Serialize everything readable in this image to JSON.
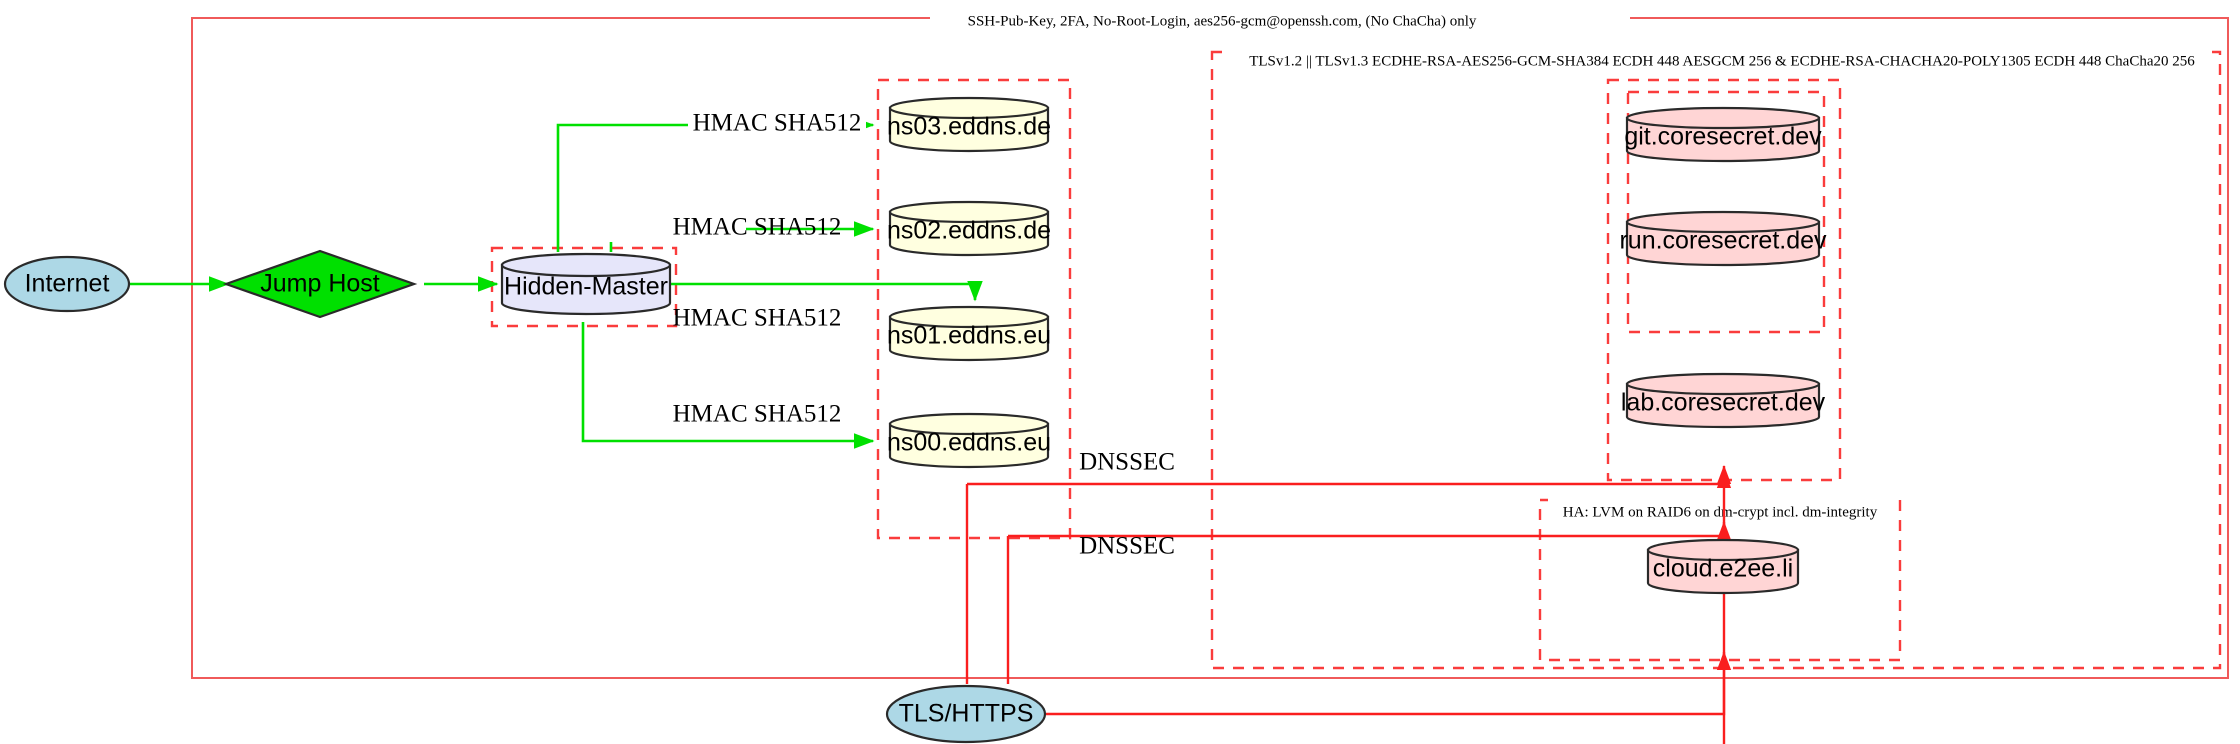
{
  "diagram": {
    "title_top_label": "SSH-Pub-Key, 2FA, No-Root-Login, aes256-gcm@openssh.com, (No ChaCha) only",
    "colors": {
      "accent_red": "#fa3c3c",
      "cluster_red": "#f05a5a",
      "edge_green": "#00e000",
      "edge_red": "#fa1e1e",
      "internet_fill": "#add8e6",
      "jumphost_fill": "#00e000",
      "hidden_master_fill": "#e6e6fa",
      "dns_fill": "#ffffe0",
      "service_fill": "#ffd5d5"
    },
    "clusters": [
      {
        "id": "cluster-outer",
        "label": "SSH-Pub-Key, 2FA, No-Root-Login, aes256-gcm@openssh.com, (No ChaCha) only"
      },
      {
        "id": "cluster-tls",
        "label": "TLSv1.2 || TLSv1.3 ECDHE-RSA-AES256-GCM-SHA384 ECDH 448 AESGCM 256 & ECDHE-RSA-CHACHA20-POLY1305 ECDH 448 ChaCha20 256"
      },
      {
        "id": "cluster-ha",
        "label": "HA: LVM on RAID6 on dm-crypt incl. dm-integrity"
      },
      {
        "id": "cluster-hidden-master",
        "label": ""
      },
      {
        "id": "cluster-dns",
        "label": ""
      },
      {
        "id": "cluster-coresecret",
        "label": ""
      }
    ],
    "nodes": {
      "internet": {
        "label": "Internet",
        "shape": "ellipse"
      },
      "jump_host": {
        "label": "Jump Host",
        "shape": "diamond"
      },
      "hidden_master": {
        "label": "Hidden-Master",
        "shape": "cylinder"
      },
      "ns03": {
        "label": "ns03.eddns.de",
        "shape": "cylinder"
      },
      "ns02": {
        "label": "ns02.eddns.de",
        "shape": "cylinder"
      },
      "ns01": {
        "label": "ns01.eddns.eu",
        "shape": "cylinder"
      },
      "ns00": {
        "label": "ns00.eddns.eu",
        "shape": "cylinder"
      },
      "git": {
        "label": "git.coresecret.dev",
        "shape": "cylinder"
      },
      "run": {
        "label": "run.coresecret.dev",
        "shape": "cylinder"
      },
      "lab": {
        "label": "lab.coresecret.dev",
        "shape": "cylinder"
      },
      "cloud": {
        "label": "cloud.e2ee.li",
        "shape": "cylinder"
      },
      "tls_https": {
        "label": "TLS/HTTPS",
        "shape": "ellipse"
      }
    },
    "edge_labels": {
      "hmac_ns03": "HMAC SHA512",
      "hmac_ns02": "HMAC SHA512",
      "hmac_ns01": "HMAC SHA512",
      "hmac_ns00": "HMAC SHA512",
      "dnssec_upper": "DNSSEC",
      "dnssec_lower": "DNSSEC"
    }
  }
}
